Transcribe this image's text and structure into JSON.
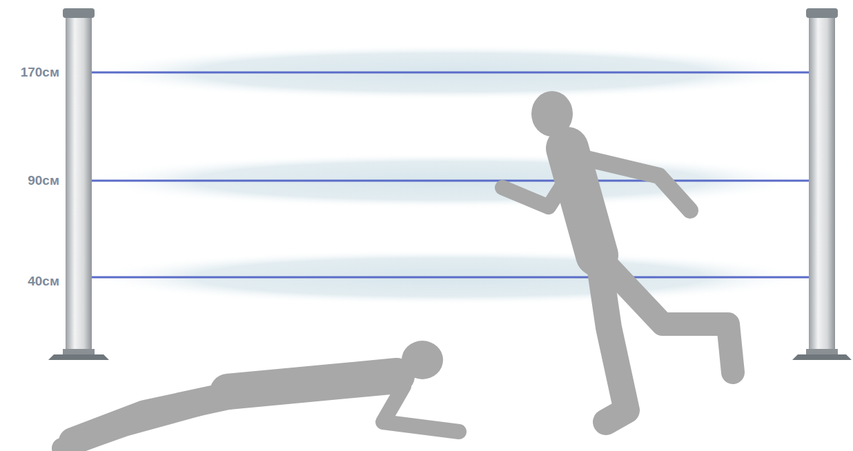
{
  "diagram": {
    "labels": [
      "170см",
      "90см",
      "40см"
    ]
  }
}
